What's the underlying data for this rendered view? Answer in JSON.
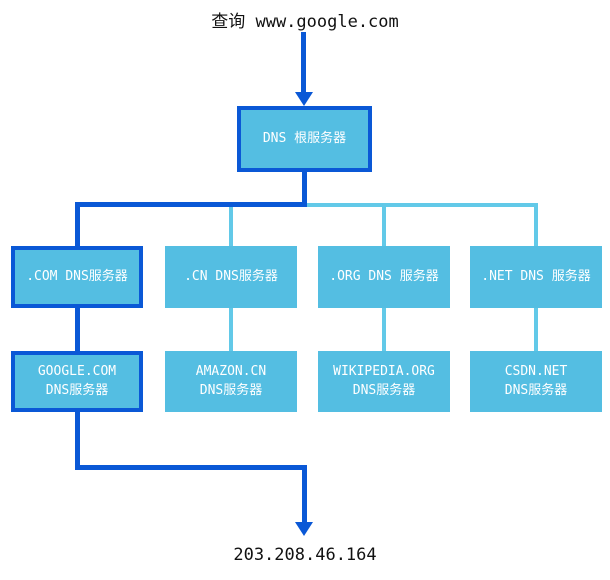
{
  "diagram": {
    "query_label": "查询 www.google.com",
    "root_server": {
      "label": "DNS 根服务器"
    },
    "tld_servers": [
      {
        "label": ".COM DNS服务器",
        "highlighted": true
      },
      {
        "label": ".CN DNS服务器",
        "highlighted": false
      },
      {
        "label": ".ORG DNS 服务器",
        "highlighted": false
      },
      {
        "label": ".NET DNS 服务器",
        "highlighted": false
      }
    ],
    "authoritative_servers": [
      {
        "line1": "GOOGLE.COM",
        "line2": "DNS服务器",
        "highlighted": true
      },
      {
        "line1": "AMAZON.CN",
        "line2": "DNS服务器",
        "highlighted": false
      },
      {
        "line1": "WIKIPEDIA.ORG",
        "line2": "DNS服务器",
        "highlighted": false
      },
      {
        "line1": "CSDN.NET",
        "line2": "DNS服务器",
        "highlighted": false
      }
    ],
    "result_ip": "203.208.46.164",
    "colors": {
      "path_blue": "#0a58d6",
      "box_fill": "#54bee2",
      "light_connector": "#62c9e8",
      "box_text": "#ffffff",
      "label_text": "#111111"
    }
  }
}
